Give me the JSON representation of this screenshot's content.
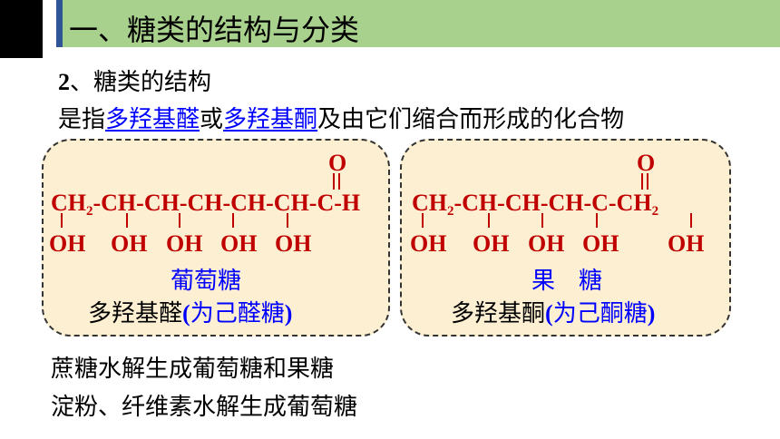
{
  "title": "一、糖类的结构与分类",
  "subheading": {
    "number": "2",
    "text": "、糖类的结构"
  },
  "definition": {
    "prefix": "是指",
    "term1": "多羟基醛",
    "middle": "或",
    "term2": "多羟基酮",
    "suffix": "及由它们缩合而形成的化合物"
  },
  "glucose": {
    "oxygen": "O",
    "formula_pre": "CH",
    "formula_sub": "2",
    "formula_post": "-CH-CH-CH-CH-CH-C-H",
    "oh_groups": [
      "OH",
      "OH",
      "OH",
      "OH",
      "OH"
    ],
    "name": "葡萄糖",
    "type_main": "多羟基醛",
    "type_paren_open": "(",
    "type_paren_text": "为己醛糖",
    "type_paren_close": ")"
  },
  "fructose": {
    "oxygen": "O",
    "formula_pre": "CH",
    "formula_sub": "2",
    "formula_mid": "-CH-CH-CH-C-CH",
    "formula_sub2": "2",
    "oh_groups": [
      "OH",
      "OH",
      "OH",
      "OH",
      "OH"
    ],
    "name": "果　糖",
    "type_main": "多羟基酮",
    "type_paren_open": "(",
    "type_paren_text": "为己酮糖",
    "type_paren_close": ")"
  },
  "notes": [
    "蔗糖水解生成葡萄糖和果糖",
    "淀粉、纤维素水解生成葡萄糖"
  ],
  "colors": {
    "title_bg": "#a9d18e",
    "title_accent": "#2f5597",
    "box_bg": "#fdf0d2",
    "chem_red": "#c00000",
    "link_blue": "#0000ff"
  }
}
